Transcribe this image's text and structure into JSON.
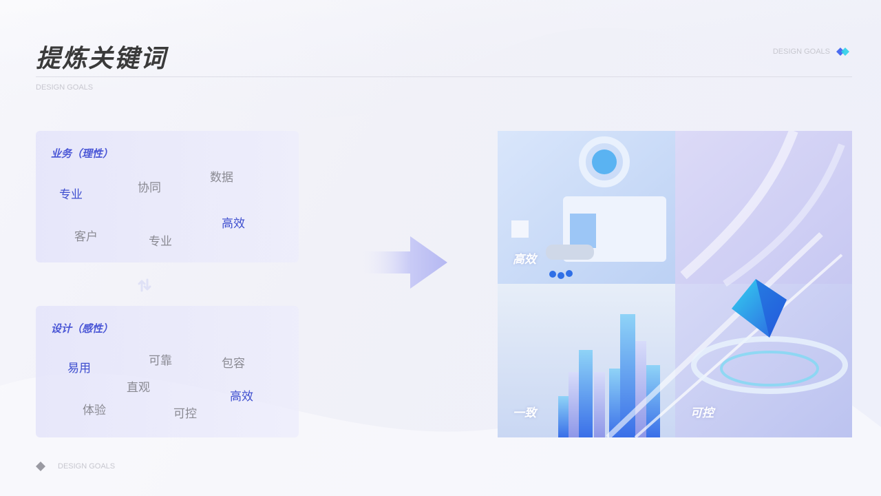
{
  "header": {
    "title": "提炼关键词",
    "subtitle": "DESIGN GOALS",
    "right_label": "DESIGN GOALS"
  },
  "cards": [
    {
      "title": "业务（理性）",
      "keywords": [
        {
          "text": "专业",
          "highlight": true
        },
        {
          "text": "协同",
          "highlight": false
        },
        {
          "text": "数据",
          "highlight": false
        },
        {
          "text": "客户",
          "highlight": false
        },
        {
          "text": "专业",
          "highlight": false
        },
        {
          "text": "高效",
          "highlight": true
        }
      ]
    },
    {
      "title": "设计（感性）",
      "keywords": [
        {
          "text": "易用",
          "highlight": true
        },
        {
          "text": "可靠",
          "highlight": false
        },
        {
          "text": "包容",
          "highlight": false
        },
        {
          "text": "直观",
          "highlight": false
        },
        {
          "text": "体验",
          "highlight": false
        },
        {
          "text": "可控",
          "highlight": false
        },
        {
          "text": "高效",
          "highlight": true
        }
      ]
    }
  ],
  "image_panel": {
    "captions": [
      "高效",
      "一致",
      "可控"
    ]
  },
  "footer": {
    "label": "DESIGN GOALS"
  },
  "colors": {
    "accent": "#4b57d6",
    "highlight_text": "#3f4fcf",
    "muted_text": "#8a8a92",
    "title_text": "#3a3a3a"
  },
  "icons": {
    "header": "diamond-logo-icon",
    "swap": "swap-vertical-icon",
    "arrow": "big-right-arrow-icon",
    "footer": "diamond-bullet-icon"
  }
}
